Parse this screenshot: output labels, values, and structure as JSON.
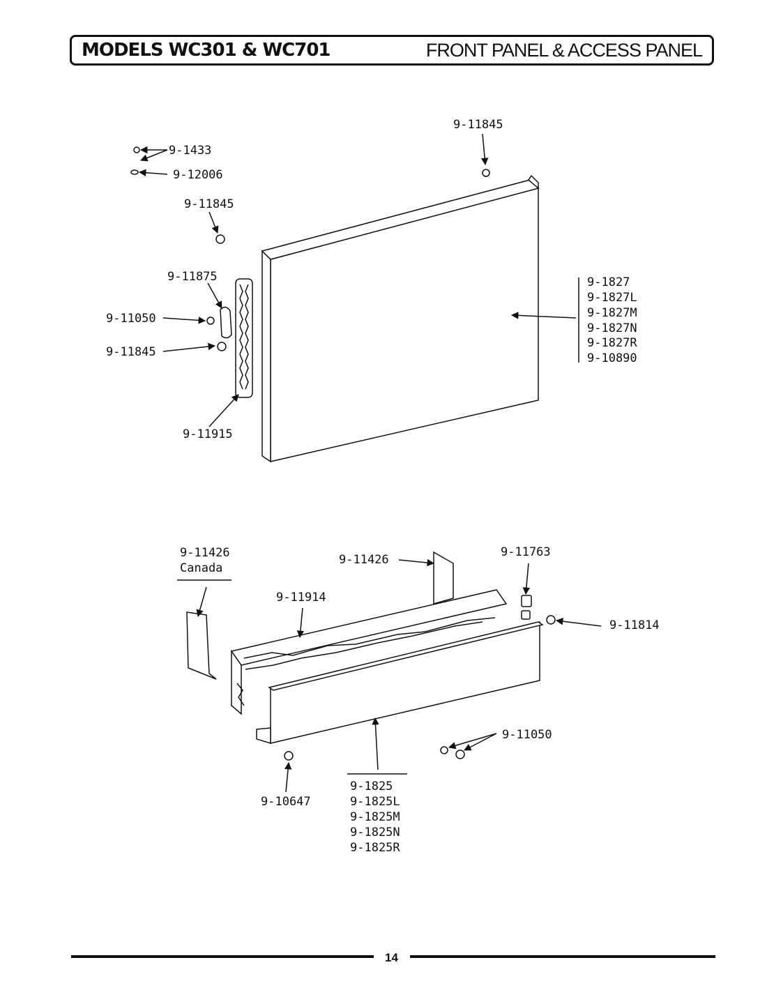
{
  "header": {
    "models": "MODELS WC301 & WC701",
    "title": "FRONT PANEL & ACCESS PANEL"
  },
  "labels": {
    "top_screw_right": "9-11845",
    "screw_1433": "9-1433",
    "washer_12006": "9-12006",
    "screw_left_upper": "9-11845",
    "bracket_11875": "9-11875",
    "screw_11050_left": "9-11050",
    "screw_left_lower": "9-11845",
    "handle_11915": "9-11915",
    "front_panel": [
      "9-1827",
      "9-1827L",
      "9-1827M",
      "9-1827N",
      "9-1827R",
      "9-10890"
    ],
    "side_trim_canada": [
      "9-11426",
      "Canada"
    ],
    "side_trim": "9-11426",
    "insulation_11914": "9-11914",
    "clip_11763": "9-11763",
    "screw_11814": "9-11814",
    "screw_11050_right": "9-11050",
    "screw_10647": "9-10647",
    "access_panel": [
      "9-1825",
      "9-1825L",
      "9-1825M",
      "9-1825N",
      "9-1825R"
    ]
  },
  "page_number": "14"
}
